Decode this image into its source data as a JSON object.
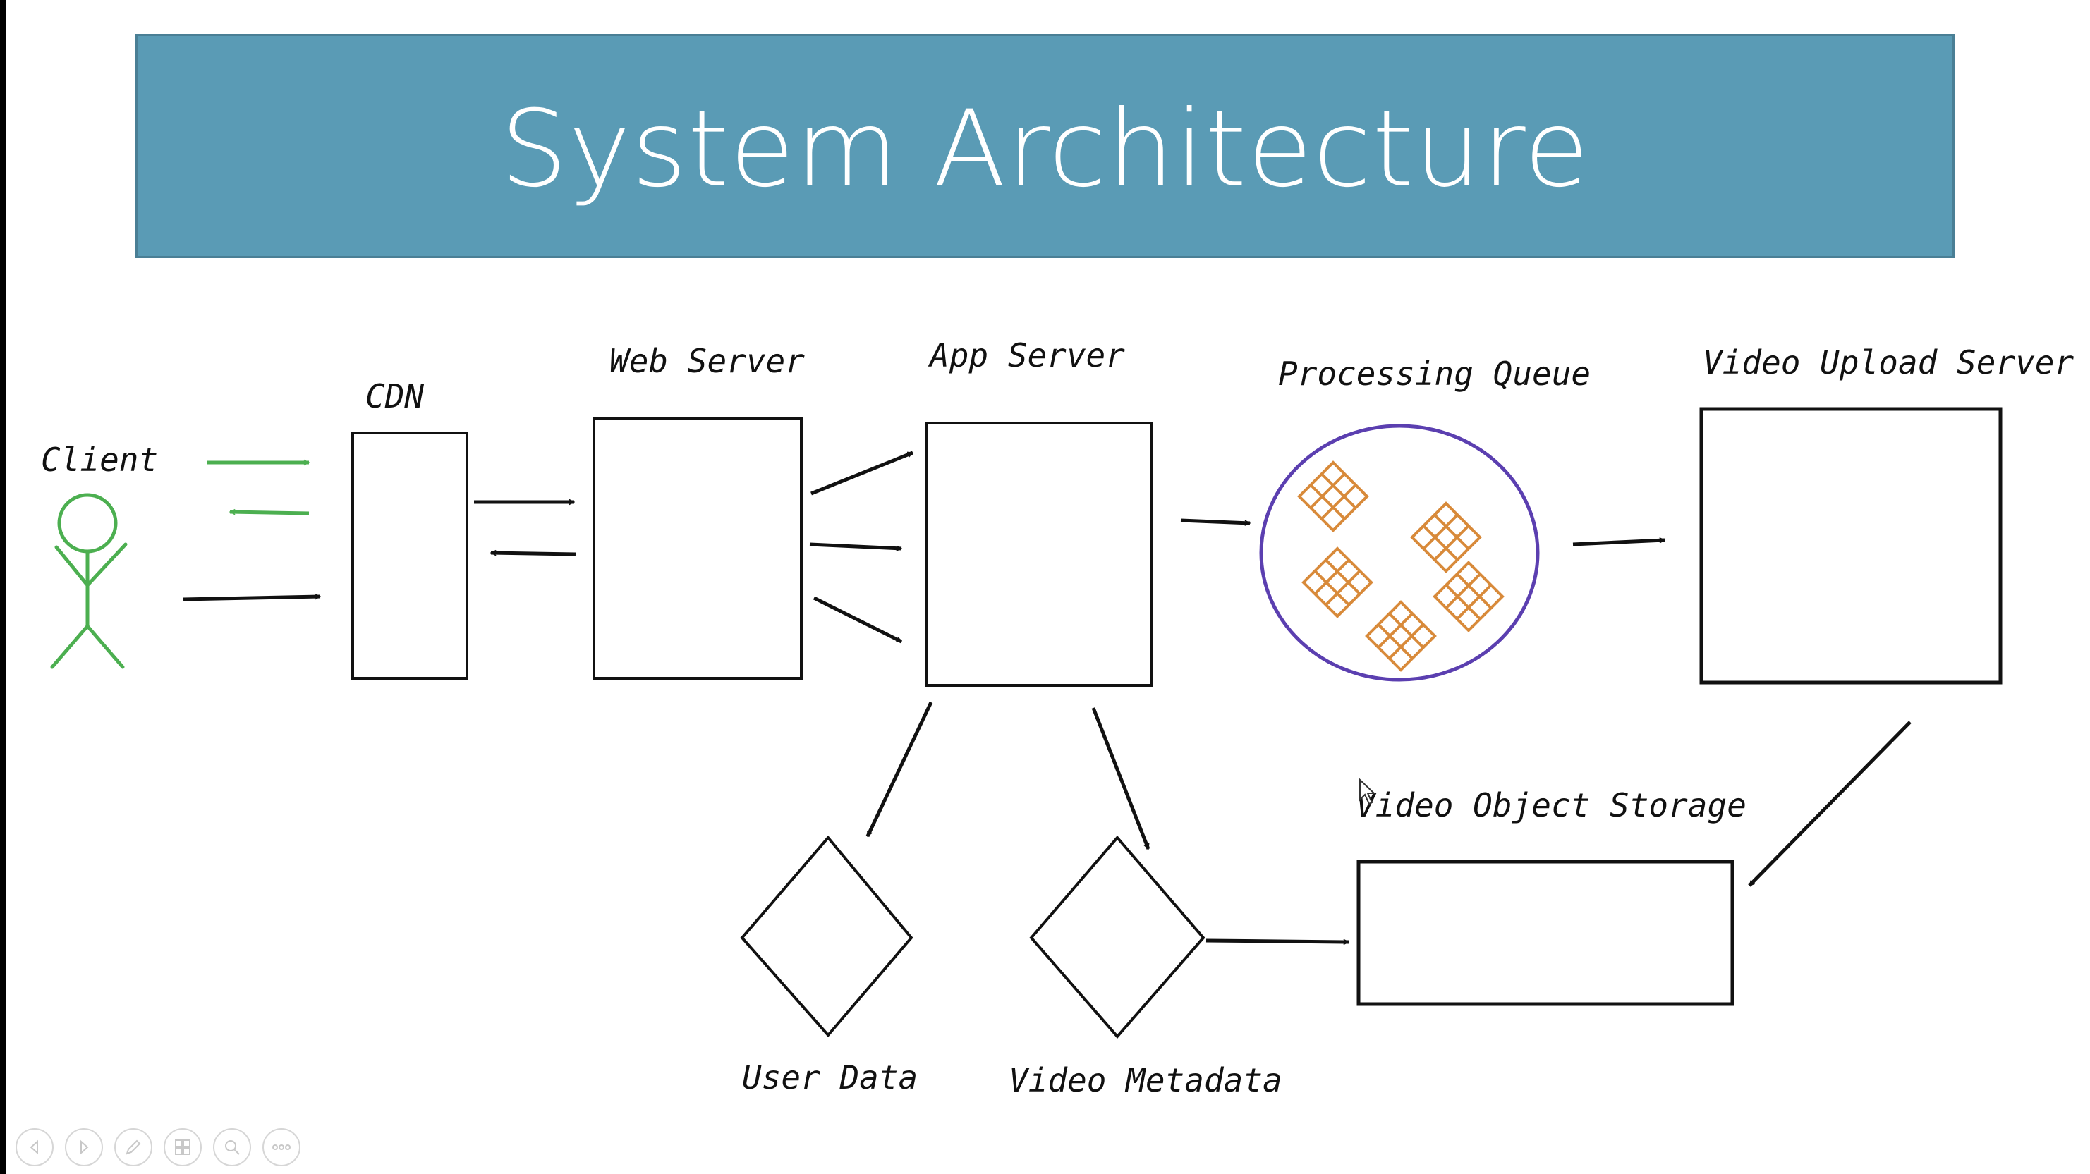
{
  "slide": {
    "title": "System Architecture",
    "banner_color": "#5a9bb5"
  },
  "diagram": {
    "labels": {
      "client": "Client",
      "cdn": "CDN",
      "web_server": "Web Server",
      "app_server": "App Server",
      "processing_queue": "Processing Queue",
      "video_upload_server": "Video Upload Server",
      "video_object_storage": "Video Object Storage",
      "user_data": "User Data",
      "video_metadata": "Video Metadata"
    },
    "colors": {
      "client_stick_figure": "#4caf50",
      "client_arrows": "#4caf50",
      "queue_circle": "#5b3fb0",
      "queue_items": "#d88a3a",
      "lines": "#111111"
    }
  },
  "toolbar": {
    "icons": [
      "previous-icon",
      "next-icon",
      "pen-icon",
      "slides-icon",
      "zoom-icon",
      "more-icon"
    ]
  }
}
